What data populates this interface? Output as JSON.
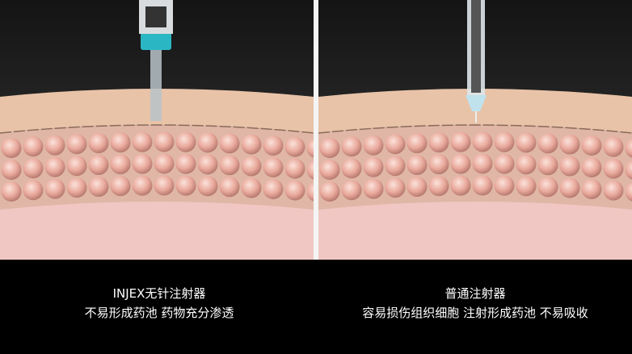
{
  "left_panel": {
    "title": "INJEX无针注射器",
    "subtitle": "不易形成药池 药物充分渗透"
  },
  "right_panel": {
    "title": "普通注射器",
    "subtitle": "容易损伤组织细胞 注射形成药池 不易吸收"
  },
  "colors": {
    "background": "#1e1e1e",
    "skin": "#e8c3a8",
    "cell": "#e9a99c",
    "dermis": "#f0c7c3",
    "injector_accent": "#2bb6c4"
  }
}
